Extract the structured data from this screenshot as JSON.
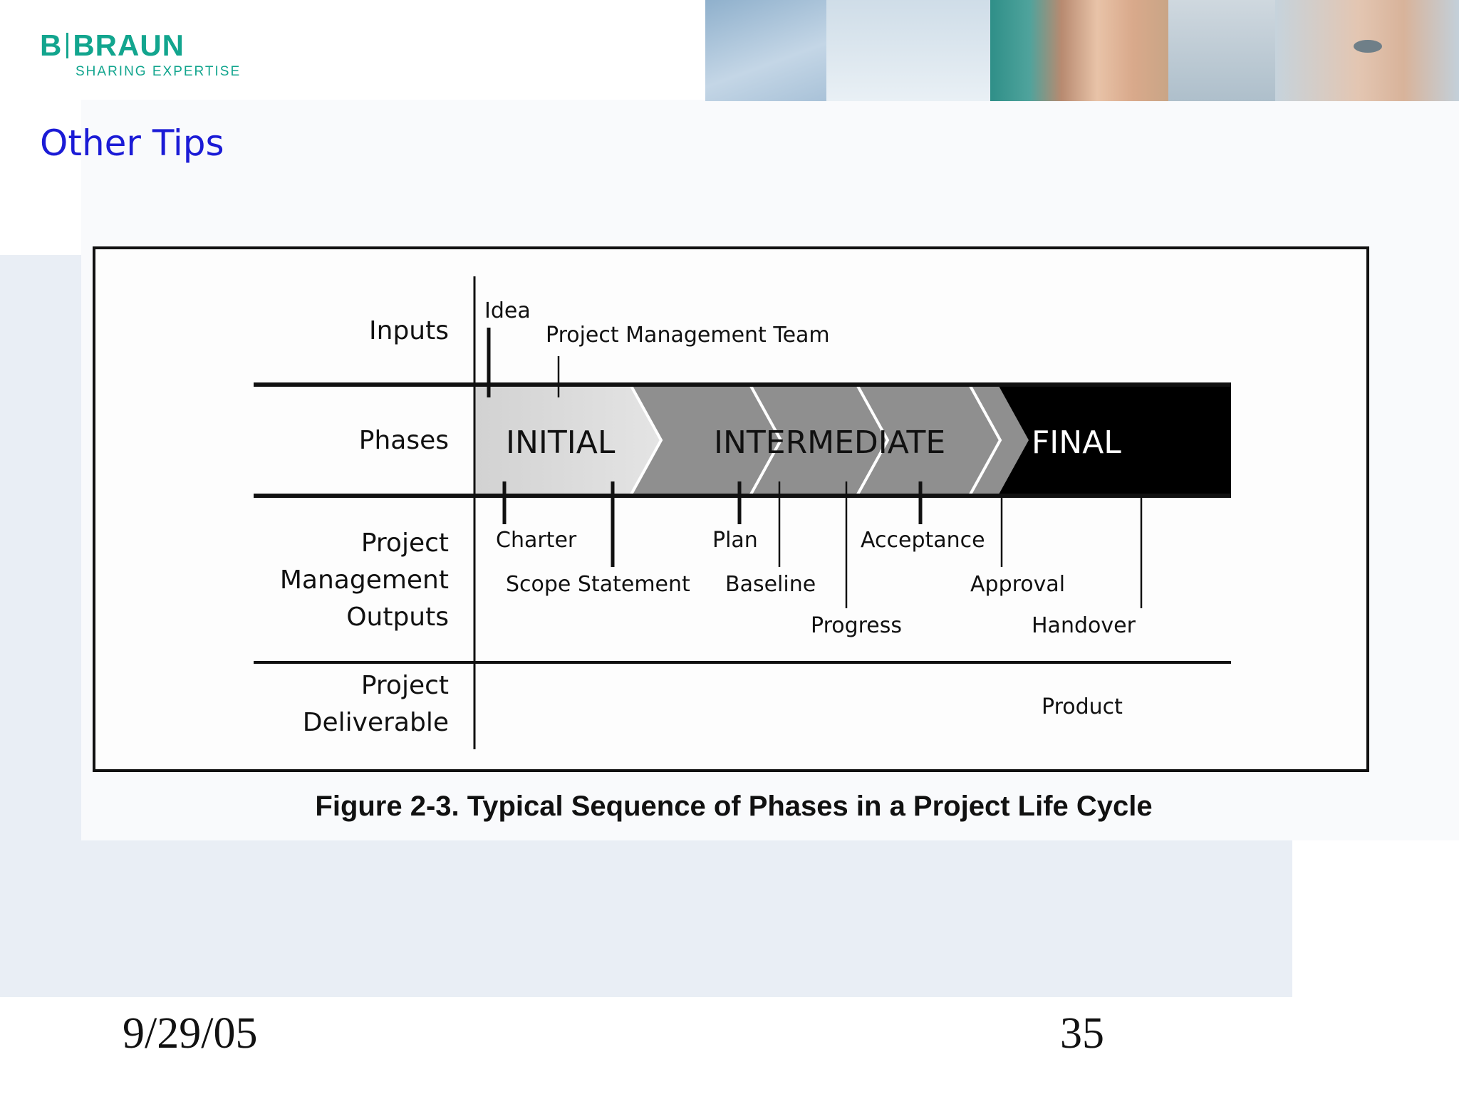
{
  "logo": {
    "brand_left": "B",
    "brand_right": "BRAUN",
    "tagline": "SHARING EXPERTISE",
    "color": "#12a58e"
  },
  "slide": {
    "title": "Other Tips",
    "title_color": "#1b1bd6"
  },
  "diagram": {
    "rows": {
      "inputs": "Inputs",
      "phases": "Phases",
      "outputs_line1": "Project",
      "outputs_line2": "Management",
      "outputs_line3": "Outputs",
      "deliverable_line1": "Project",
      "deliverable_line2": "Deliverable"
    },
    "inputs": {
      "idea": "Idea",
      "team": "Project Management Team"
    },
    "phases": {
      "initial": "INITIAL",
      "intermediate": "INTERMEDIATE",
      "final": "FINAL"
    },
    "outputs": {
      "charter": "Charter",
      "scope": "Scope Statement",
      "plan": "Plan",
      "baseline": "Baseline",
      "progress": "Progress",
      "acceptance": "Acceptance",
      "approval": "Approval",
      "handover": "Handover"
    },
    "deliverable": {
      "product": "Product"
    },
    "caption": "Figure 2-3. Typical Sequence of Phases in a Project Life Cycle"
  },
  "footer": {
    "date": "9/29/05",
    "page": "35"
  }
}
